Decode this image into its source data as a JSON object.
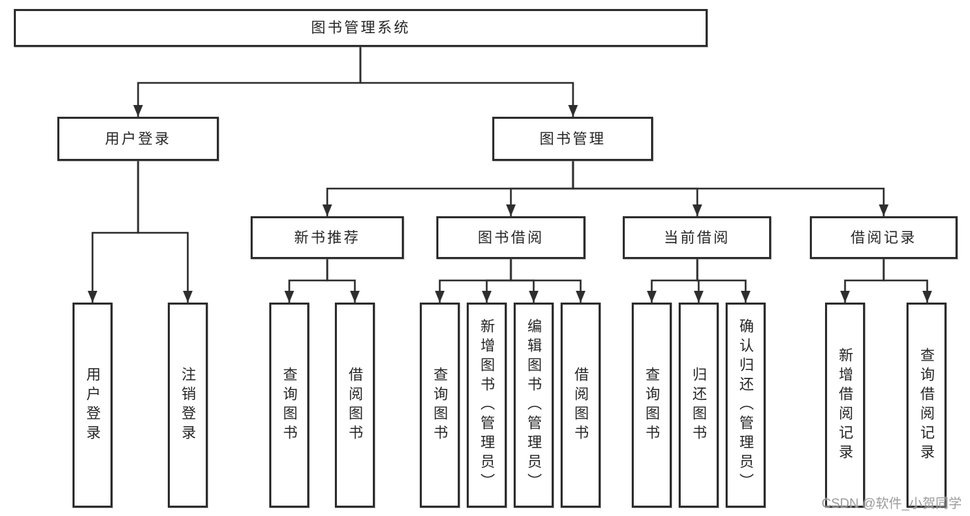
{
  "diagram": {
    "type": "hierarchy-tree",
    "colors": {
      "line": "#2e2e2e",
      "text": "#262626",
      "box_bg": "#ffffff",
      "watermark": "#8a8a8a"
    },
    "nodes": {
      "root": "图书管理系统",
      "user_login": "用户登录",
      "book_mgmt": "图书管理",
      "new_book_rec": "新书推荐",
      "book_borrow": "图书借阅",
      "current_borrow": "当前借阅",
      "borrow_record": "借阅记录",
      "leaf_user_login": "用户登录",
      "leaf_logout": "注销登录",
      "leaf_rec_query_book": "查询图书",
      "leaf_rec_borrow_book": "借阅图书",
      "leaf_bb_query_book": "查询图书",
      "leaf_bb_add_book": "新增图书（管理员）",
      "leaf_bb_edit_book": "编辑图书（管理员）",
      "leaf_bb_borrow_book": "借阅图书",
      "leaf_cb_query_book": "查询图书",
      "leaf_cb_return_book": "归还图书",
      "leaf_cb_confirm_return": "确认归还（管理员）",
      "leaf_br_add_record": "新增借阅记录",
      "leaf_br_query_record": "查询借阅记录"
    },
    "edges": [
      [
        "root",
        "user_login"
      ],
      [
        "root",
        "book_mgmt"
      ],
      [
        "book_mgmt",
        "new_book_rec"
      ],
      [
        "book_mgmt",
        "book_borrow"
      ],
      [
        "book_mgmt",
        "current_borrow"
      ],
      [
        "book_mgmt",
        "borrow_record"
      ],
      [
        "user_login",
        "leaf_user_login"
      ],
      [
        "user_login",
        "leaf_logout"
      ],
      [
        "new_book_rec",
        "leaf_rec_query_book"
      ],
      [
        "new_book_rec",
        "leaf_rec_borrow_book"
      ],
      [
        "book_borrow",
        "leaf_bb_query_book"
      ],
      [
        "book_borrow",
        "leaf_bb_add_book"
      ],
      [
        "book_borrow",
        "leaf_bb_edit_book"
      ],
      [
        "book_borrow",
        "leaf_bb_borrow_book"
      ],
      [
        "current_borrow",
        "leaf_cb_query_book"
      ],
      [
        "current_borrow",
        "leaf_cb_return_book"
      ],
      [
        "current_borrow",
        "leaf_cb_confirm_return"
      ],
      [
        "borrow_record",
        "leaf_br_add_record"
      ],
      [
        "borrow_record",
        "leaf_br_query_record"
      ]
    ]
  },
  "watermark": "CSDN @软件_小贺同学"
}
